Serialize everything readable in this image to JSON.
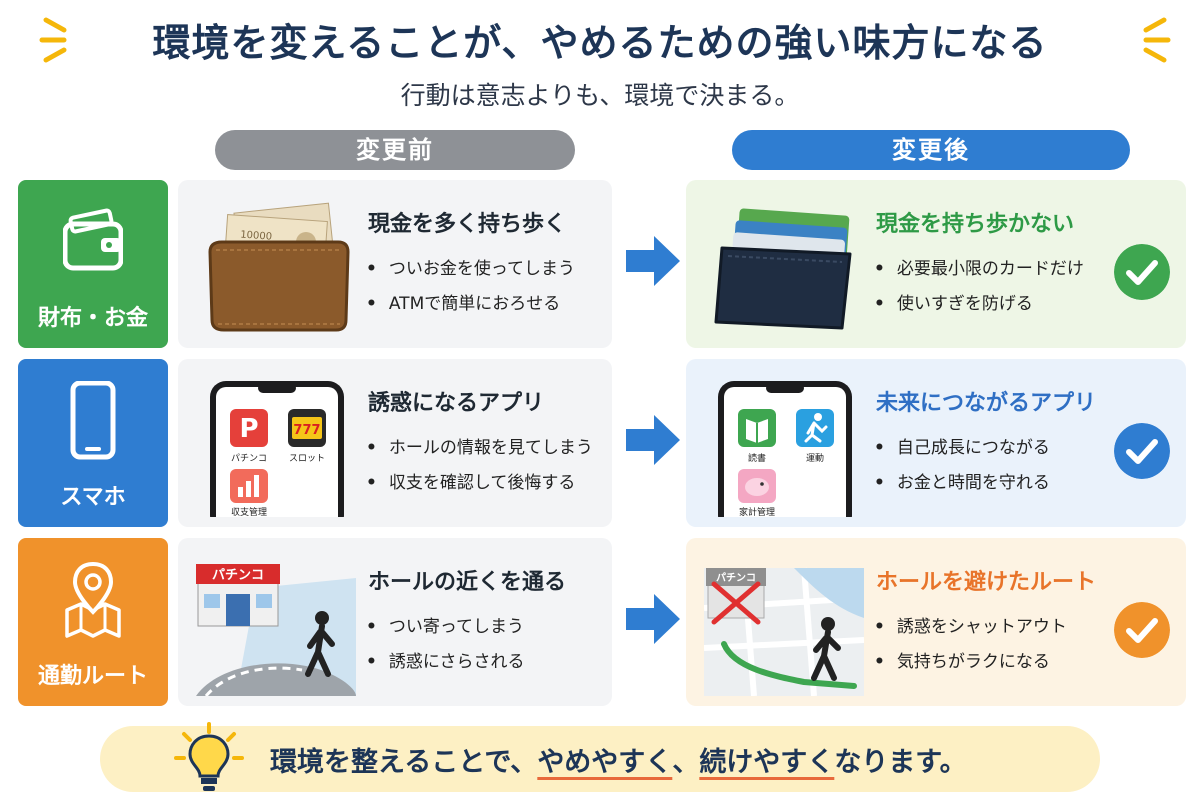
{
  "header": {
    "title": "環境を変えることが、やめるための強い味方になる",
    "subtitle": "行動は意志よりも、環境で決まる。"
  },
  "columns": {
    "before": "変更前",
    "after": "変更後"
  },
  "rows": [
    {
      "label": "財布・お金",
      "label_icon": "wallet-icon",
      "color": "#3ea650",
      "before": {
        "title": "現金を多く持ち歩く",
        "bullets": [
          "ついお金を使ってしまう",
          "ATMで簡単におろせる"
        ],
        "illustration": "wallet-with-cash-icon",
        "note_label": "10000"
      },
      "after": {
        "title": "現金を持ち歩かない",
        "title_color": "#2e9a46",
        "bg": "#eef6e6",
        "bullets": [
          "必要最小限のカードだけ",
          "使いすぎを防げる"
        ],
        "illustration": "card-wallet-icon",
        "check_color": "#3ea650"
      }
    },
    {
      "label": "スマホ",
      "label_icon": "smartphone-icon",
      "color": "#2f7dd1",
      "before": {
        "title": "誘惑になるアプリ",
        "bullets": [
          "ホールの情報を見てしまう",
          "収支を確認して後悔する"
        ],
        "illustration": "phone-with-gambling-apps-icon",
        "apps": [
          "パチンコ",
          "スロット",
          "収支管理"
        ],
        "app_glyphs": [
          "P",
          "777"
        ]
      },
      "after": {
        "title": "未来につながるアプリ",
        "title_color": "#2f6fc4",
        "bg": "#eaf2fb",
        "bullets": [
          "自己成長につながる",
          "お金と時間を守れる"
        ],
        "illustration": "phone-with-healthy-apps-icon",
        "apps": [
          "読書",
          "運動",
          "家計管理"
        ],
        "check_color": "#2f7dd1"
      }
    },
    {
      "label": "通勤ルート",
      "label_icon": "map-pin-icon",
      "color": "#f0922b",
      "before": {
        "title": "ホールの近くを通る",
        "bullets": [
          "つい寄ってしまう",
          "誘惑にさらされる"
        ],
        "illustration": "pachinko-hall-route-icon",
        "sign": "パチンコ"
      },
      "after": {
        "title": "ホールを避けたルート",
        "title_color": "#e8742a",
        "bg": "#fdf3e3",
        "bullets": [
          "誘惑をシャットアウト",
          "気持ちがラクになる"
        ],
        "illustration": "avoid-hall-map-icon",
        "sign": "パチンコ",
        "check_color": "#f0922b"
      }
    }
  ],
  "footer": {
    "text_a": "環境を整えることで、",
    "text_b": "やめやすく",
    "text_c": "、",
    "text_d": "続けやすく",
    "text_e": "なります。"
  },
  "colors": {
    "title": "#1d3557",
    "arrow": "#2f7dd1",
    "spark": "#f5b70a"
  }
}
